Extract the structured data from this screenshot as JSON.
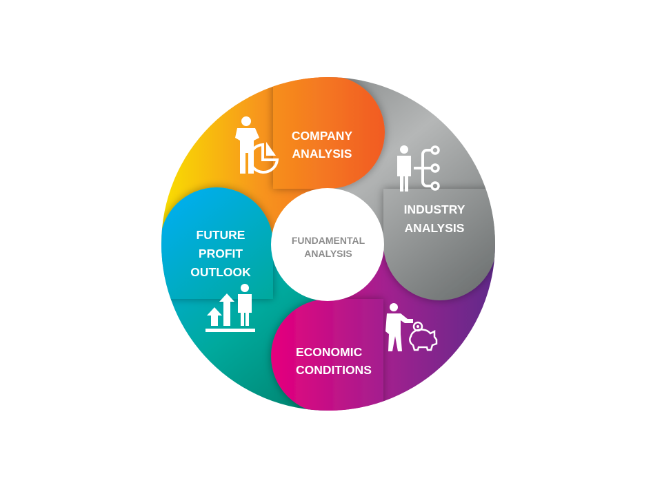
{
  "center": {
    "line1": "FUNDAMENTAL",
    "line2": "ANALYSIS"
  },
  "segments": [
    {
      "id": "company",
      "line1": "COMPANY",
      "line2": "ANALYSIS",
      "icon": "businessman-pie-chart-icon",
      "colors": [
        "#f9e000",
        "#f7941d",
        "#f15a24"
      ]
    },
    {
      "id": "industry",
      "line1": "INDUSTRY",
      "line2": "ANALYSIS",
      "icon": "businessman-network-icon",
      "colors": [
        "#c7c8c8",
        "#9a9c9c",
        "#6b6f6f"
      ]
    },
    {
      "id": "economic",
      "line1": "ECONOMIC",
      "line2": "CONDITIONS",
      "icon": "businessman-piggy-bank-icon",
      "colors": [
        "#e5007d",
        "#a3208f",
        "#6a2a8f"
      ]
    },
    {
      "id": "future",
      "line1": "FUTURE",
      "line2": "PROFIT",
      "line3": "OUTLOOK",
      "icon": "growth-arrows-businessman-icon",
      "colors": [
        "#00aeef",
        "#00a99d",
        "#00876f"
      ]
    }
  ]
}
